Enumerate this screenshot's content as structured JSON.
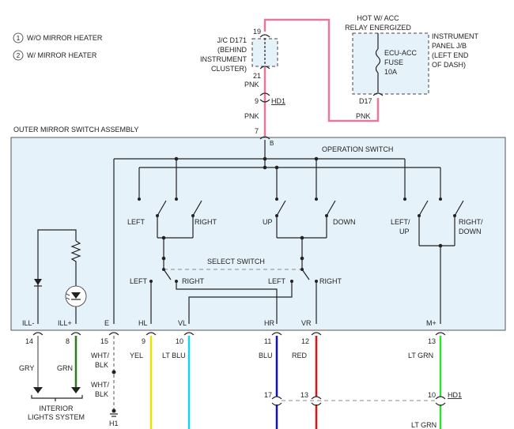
{
  "legend": [
    {
      "num": "1",
      "text": "W/O MIRROR HEATER"
    },
    {
      "num": "2",
      "text": "W/ MIRROR HEATER"
    }
  ],
  "jc": {
    "pin_top": "19",
    "line1": "J/C D171",
    "line2": "(BEHIND",
    "line3": "INSTRUMENT",
    "line4": "CLUSTER)",
    "pin_bottom": "21"
  },
  "hot_label": {
    "line1": "HOT W/ ACC",
    "line2": "RELAY ENERGIZED"
  },
  "fuse": {
    "line1": "ECU-ACC",
    "line2": "FUSE",
    "line3": "10A",
    "pin": "D17",
    "wire": "PNK"
  },
  "ipjb": {
    "line1": "INSTRUMENT",
    "line2": "PANEL J/B",
    "line3": "(LEFT END",
    "line4": "OF DASH)"
  },
  "pnk_wires": {
    "a": "PNK",
    "pin9": "9",
    "hd1": "HD1",
    "b": "PNK",
    "pin7": "7",
    "b_term": "B"
  },
  "assembly": {
    "title": "OUTER MIRROR SWITCH ASSEMBLY",
    "operation_switch": "OPERATION SWITCH",
    "select_switch": "SELECT SWITCH",
    "op_labels": {
      "left": "LEFT",
      "right": "RIGHT",
      "up": "UP",
      "down": "DOWN",
      "left_up_1": "LEFT/",
      "left_up_2": "UP",
      "right_down_1": "RIGHT/",
      "right_down_2": "DOWN"
    },
    "select_labels": {
      "left1": "LEFT",
      "right1": "RIGHT",
      "left2": "LEFT",
      "right2": "RIGHT"
    },
    "terminals": [
      "ILL-",
      "ILL+",
      "E",
      "HL",
      "VL",
      "HR",
      "VR",
      "M+"
    ]
  },
  "wires": [
    {
      "pin": "14",
      "color_name": "GRY",
      "hex": "#9a9a9a"
    },
    {
      "pin": "8",
      "color_name": "GRN",
      "hex": "#2a7d1a"
    },
    {
      "pin": "15",
      "color_name": "WHT/\nBLK",
      "hex": "#bbbbbb"
    },
    {
      "pin": "9",
      "color_name": "YEL",
      "hex": "#e8e400"
    },
    {
      "pin": "10",
      "color_name": "LT BLU",
      "hex": "#16d4f0"
    },
    {
      "pin": "11",
      "color_name": "BLU",
      "hex": "#1010cc"
    },
    {
      "pin": "12",
      "color_name": "RED",
      "hex": "#e01010"
    },
    {
      "pin": "13",
      "color_name": "LT GRN",
      "hex": "#33dd33"
    }
  ],
  "lower": {
    "wht_blk": "WHT/\nBLK",
    "h1": "H1",
    "pin17": "17",
    "pin13": "13",
    "pin10": "10",
    "hd1": "HD1",
    "lt_grn": "LT GRN",
    "interior_1": "INTERIOR",
    "interior_2": "LIGHTS SYSTEM"
  },
  "colors": {
    "pink": "#e8789a",
    "box_fill": "#e6f2fa"
  }
}
